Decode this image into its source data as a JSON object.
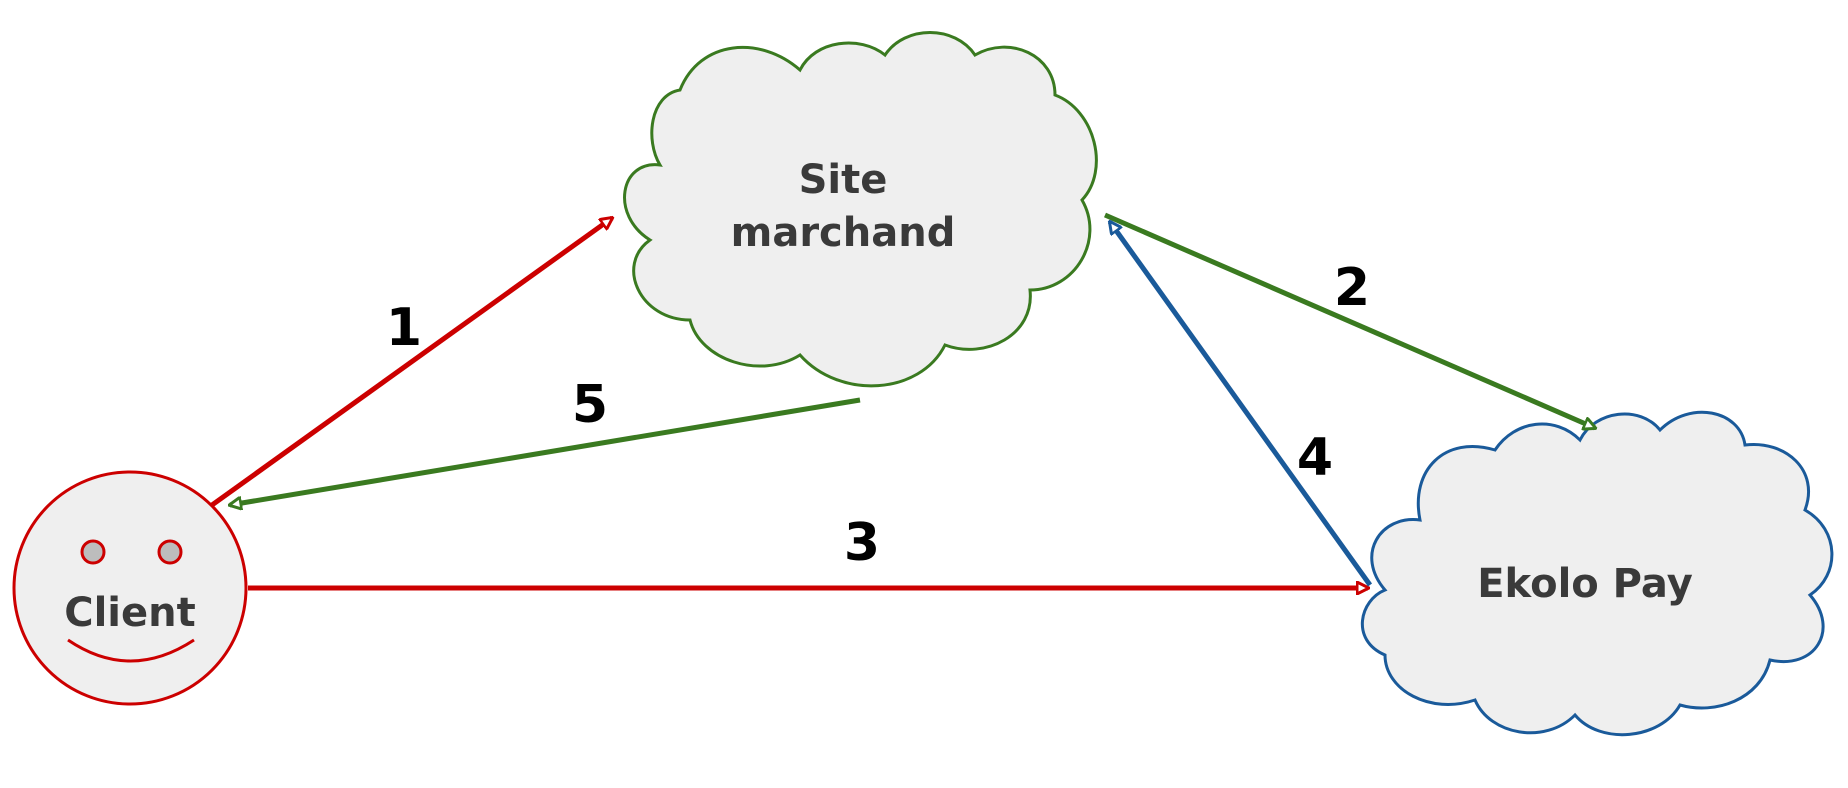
{
  "nodes": {
    "client": {
      "label": "Client",
      "color": "#cc0000",
      "fill": "#efefef",
      "eye_fill": "#bdbdbd"
    },
    "site": {
      "label_line1": "Site",
      "label_line2": "marchand",
      "color": "#3a7a20",
      "fill": "#efefef"
    },
    "ekolo": {
      "label": "Ekolo Pay",
      "color": "#1a5a9a",
      "fill": "#efefef"
    }
  },
  "edges": [
    {
      "id": "1",
      "label": "1",
      "from": "Client",
      "to": "Site marchand",
      "color": "#cc0000"
    },
    {
      "id": "2",
      "label": "2",
      "from": "Site marchand",
      "to": "Ekolo Pay",
      "color": "#3a7a20"
    },
    {
      "id": "3",
      "label": "3",
      "from": "Client",
      "to": "Ekolo Pay",
      "color": "#cc0000"
    },
    {
      "id": "4",
      "label": "4",
      "from": "Ekolo Pay",
      "to": "Site marchand",
      "color": "#1a5a9a"
    },
    {
      "id": "5",
      "label": "5",
      "from": "Site marchand",
      "to": "Client",
      "color": "#3a7a20"
    }
  ]
}
